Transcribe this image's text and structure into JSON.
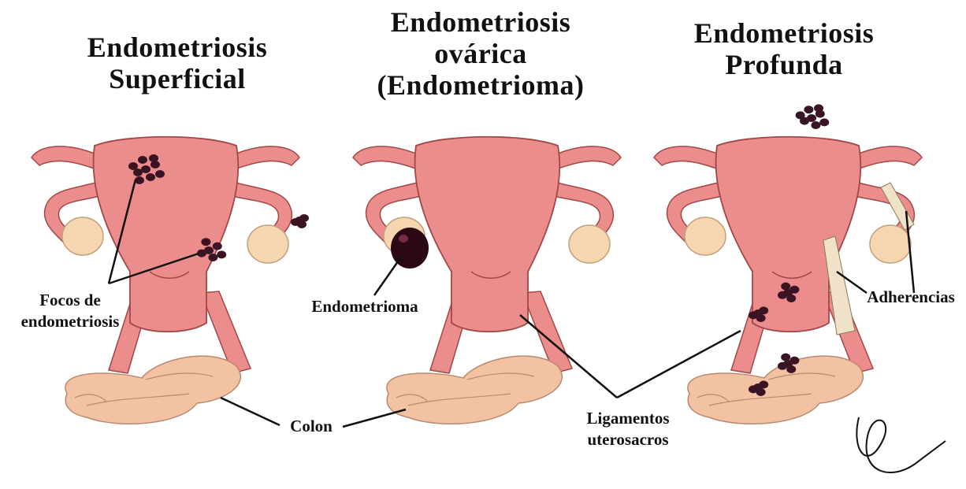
{
  "panels": [
    {
      "title_lines": [
        "Endometriosis",
        "Superficial"
      ]
    },
    {
      "title_lines": [
        "Endometriosis",
        "ovárica",
        "(Endometrioma)"
      ]
    },
    {
      "title_lines": [
        "Endometriosis",
        "Profunda"
      ]
    }
  ],
  "labels": {
    "foci": [
      "Focos de",
      "endometriosis"
    ],
    "endometrioma": "Endometrioma",
    "adhesions": "Adherencias",
    "colon": "Colon",
    "ligaments": [
      "Ligamentos",
      "uterosacros"
    ]
  },
  "colors": {
    "uterus": "#ec8d8d",
    "uterus_shade": "#d97474",
    "outline": "#a04848",
    "ovary": "#f6d6b0",
    "colon": "#f2c2a2",
    "lesion": "#3a1424",
    "endometrioma": "#2a0814",
    "adhesion": "#efe2c8"
  }
}
